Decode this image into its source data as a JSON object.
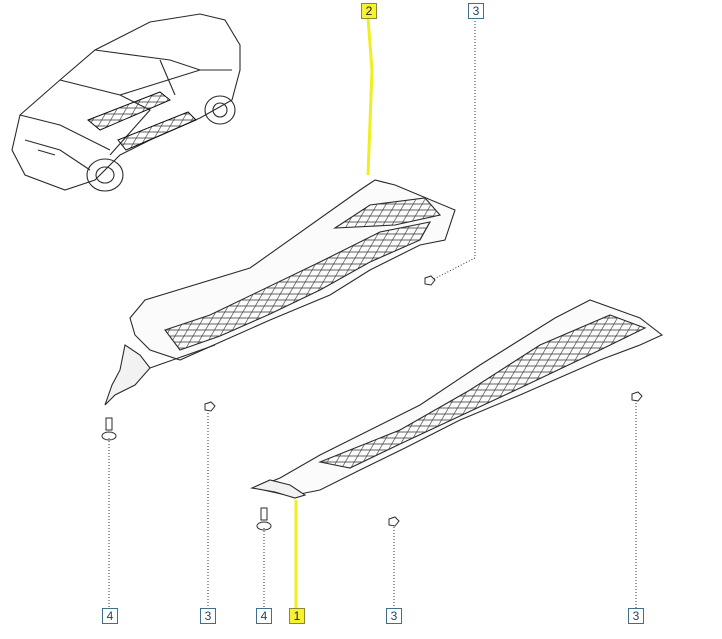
{
  "callouts": [
    {
      "label": "2",
      "highlighted": true
    },
    {
      "label": "3",
      "highlighted": false
    },
    {
      "label": "4",
      "highlighted": false
    },
    {
      "label": "3",
      "highlighted": false
    },
    {
      "label": "4",
      "highlighted": false
    },
    {
      "label": "1",
      "highlighted": true
    },
    {
      "label": "3",
      "highlighted": false
    },
    {
      "label": "3",
      "highlighted": false
    }
  ],
  "colors": {
    "line": "#2b2b2b",
    "callout_border": "#3f6f8f",
    "highlight": "#f4f232",
    "leader_dot": "#5a5a5a"
  }
}
